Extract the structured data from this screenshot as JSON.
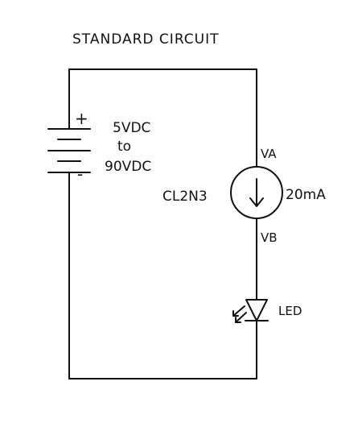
{
  "title": "STANDARD CIRCUIT",
  "supply": {
    "plus": "+",
    "minus": "-",
    "line1": "5VDC",
    "line2": "to",
    "line3": "90VDC"
  },
  "regulator": {
    "part": "CL2N3",
    "current": "20mA",
    "va": "VA",
    "vb": "VB",
    "arrow": "↓"
  },
  "led": {
    "label": "LED"
  },
  "colors": {
    "ink": "#111111",
    "background": "#ffffff"
  }
}
